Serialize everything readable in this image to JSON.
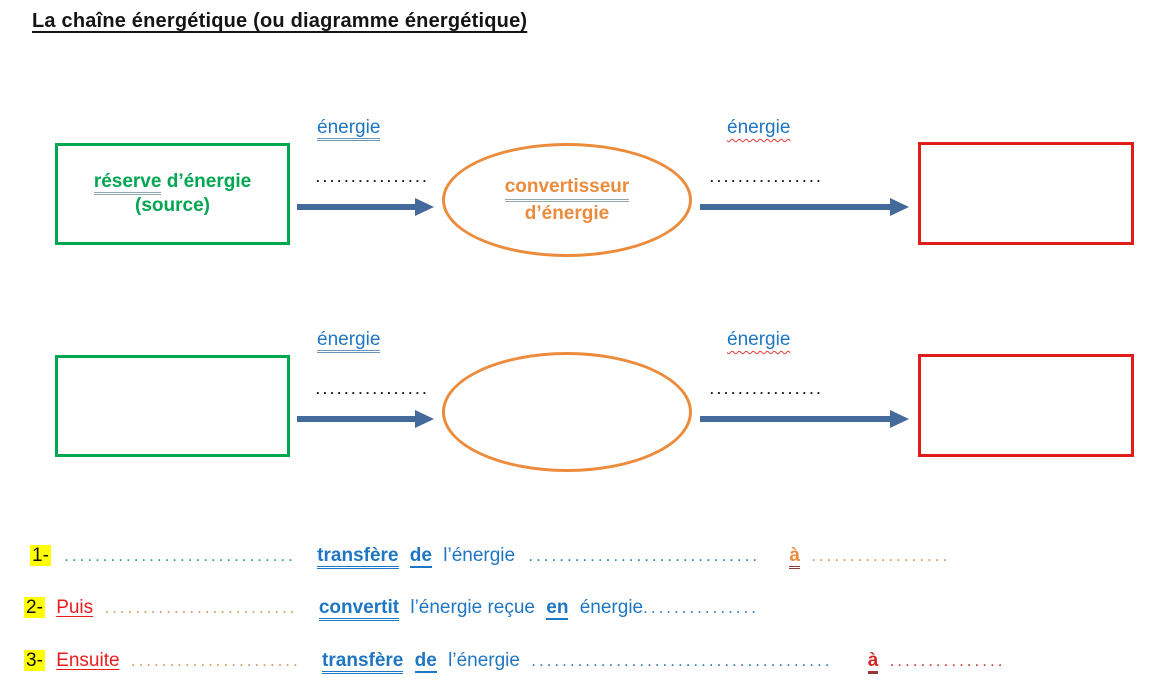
{
  "title": "La chaîne énergétique (ou diagramme énergétique)",
  "colors": {
    "source_green": "#00A650",
    "converter_orange": "#EC8B3C",
    "receiver_red": "#E21B1B",
    "text_blue": "#1F76C2",
    "arrow_slate": "#44699B",
    "highlight_yellow": "#FFFF00",
    "red_word": "#EC1C1C"
  },
  "diagram": {
    "energy_label": "énergie",
    "connector_dots": "................",
    "row1": {
      "source_word_underlined": "réserve",
      "source_rest": " d’énergie",
      "source_line2": "(source)",
      "converter_word_underlined": "convertisseur",
      "converter_line2": "d’énergie"
    }
  },
  "sentences": {
    "s1": {
      "num": "1-",
      "dots1": "..............................",
      "verb": "transfère",
      "prep": "de",
      "obj": "l’énergie",
      "dots2": "..............................",
      "a": "à",
      "dots3": ".................."
    },
    "s2": {
      "num": "2-",
      "intro": "Puis",
      "dots1": ".........................",
      "verb": "convertit",
      "obj": "l’énergie reçue",
      "prep": "en",
      "obj2": "énergie",
      "dots2": "..............."
    },
    "s3": {
      "num": "3-",
      "intro": "Ensuite",
      "dots1": "......................",
      "verb": "transfère",
      "prep": "de",
      "obj": "l’énergie",
      "dots2": ".......................................",
      "a": "à",
      "dots3": "..............."
    }
  }
}
